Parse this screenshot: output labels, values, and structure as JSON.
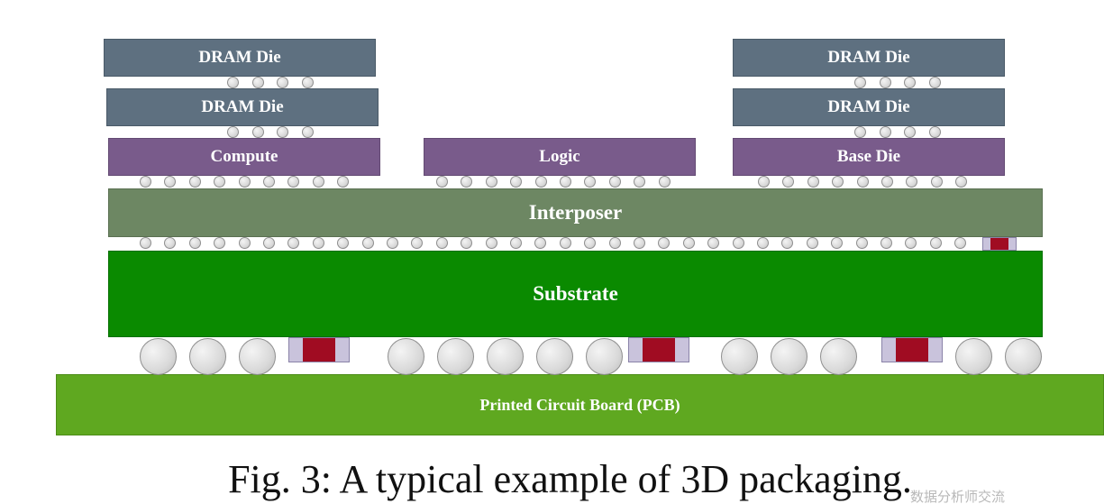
{
  "layers": {
    "dram_left_top": "DRAM Die",
    "dram_left_bottom": "DRAM Die",
    "dram_right_top": "DRAM Die",
    "dram_right_bottom": "DRAM Die",
    "compute": "Compute",
    "logic": "Logic",
    "base_die": "Base Die",
    "interposer": "Interposer",
    "substrate": "Substrate",
    "pcb": "Printed Circuit Board (PCB)"
  },
  "caption": "Fig. 3: A typical example of 3D packaging.",
  "watermark": "数据分析师交流",
  "colors": {
    "dram": "#5e7080",
    "compute_logic_base": "#795b8b",
    "interposer": "#6d8763",
    "substrate": "#0a8a00",
    "pcb": "#5fa820",
    "capacitor": "#a00c22"
  }
}
